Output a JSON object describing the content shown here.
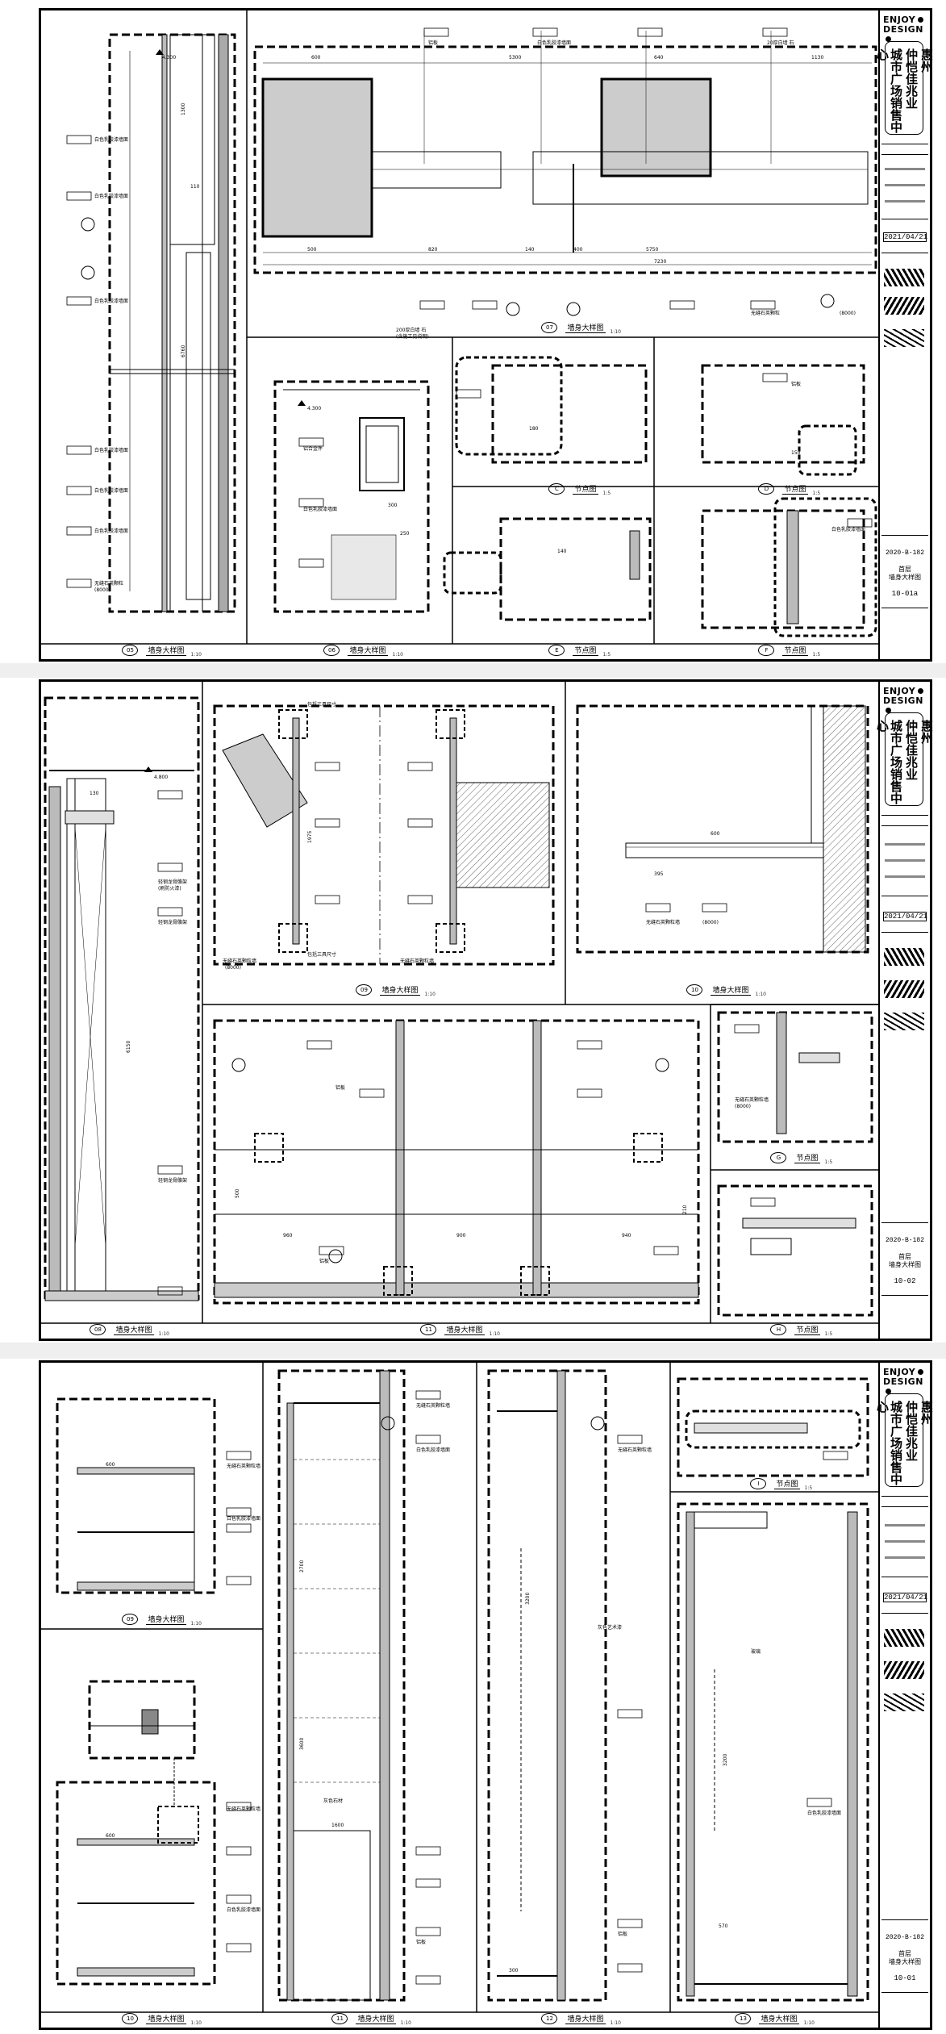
{
  "brand": {
    "line1": "ENJOY",
    "line2": "DESIGN"
  },
  "project": {
    "col_right": "惠州",
    "col_mid": "仲恺佳兆业",
    "col_left": "城市广场销售中心"
  },
  "sheets": [
    {
      "date": "2021/04/21",
      "sheet_name_1": "首层",
      "sheet_name_2": "墙身大样图",
      "sheet_no": "10-01a",
      "project_no": "2020-B-182",
      "captions": [
        {
          "num": "05",
          "title": "墙身大样图",
          "scale": "1:10"
        },
        {
          "num": "06",
          "title": "墙身大样图",
          "scale": "1:10"
        },
        {
          "num": "07",
          "title": "墙身大样图",
          "scale": "1:10"
        },
        {
          "num": "C",
          "title": "节点图",
          "scale": "1:5"
        },
        {
          "num": "D",
          "title": "节点图",
          "scale": "1:5"
        },
        {
          "num": "E",
          "title": "节点图",
          "scale": "1:5"
        },
        {
          "num": "F",
          "title": "节点图",
          "scale": "1:5"
        }
      ],
      "elevations": [
        "4.300"
      ],
      "dims": [
        "600",
        "5300",
        "640",
        "1130",
        "500",
        "820",
        "5750",
        "7230",
        "140",
        "400",
        "180",
        "250",
        "150",
        "140",
        "110",
        "6760",
        "1300",
        "300"
      ],
      "notes": [
        "200厚白墙 石",
        "(含施工见说明)",
        "白色乳胶漆墙面",
        "无缝石英颗粒",
        "(8000)",
        "铝板",
        "20厚白墙 石",
        "铝合金件"
      ]
    },
    {
      "date": "2021/04/21",
      "sheet_name_1": "首层",
      "sheet_name_2": "墙身大样图",
      "sheet_no": "10-02",
      "project_no": "2020-B-182",
      "captions": [
        {
          "num": "08",
          "title": "墙身大样图",
          "scale": "1:10"
        },
        {
          "num": "09",
          "title": "墙身大样图",
          "scale": "1:10"
        },
        {
          "num": "10",
          "title": "墙身大样图",
          "scale": "1:10"
        },
        {
          "num": "11",
          "title": "墙身大样图",
          "scale": "1:10"
        },
        {
          "num": "G",
          "title": "节点图",
          "scale": "1:5"
        },
        {
          "num": "H",
          "title": "节点图",
          "scale": "1:5"
        }
      ],
      "elevations": [
        "4.800"
      ],
      "dims": [
        "130",
        "6150",
        "1975",
        "600",
        "395",
        "960",
        "900",
        "500",
        "940",
        "210"
      ],
      "notes": [
        "包括三具尺寸",
        "无缝石英颗粒墙",
        "(8000)",
        "铝板",
        "轻钢龙骨骼架",
        "(刷防火漆)"
      ]
    },
    {
      "date": "2021/04/21",
      "sheet_name_1": "首层",
      "sheet_name_2": "墙身大样图",
      "sheet_no": "10-01",
      "project_no": "2020-B-182",
      "captions": [
        {
          "num": "09",
          "title": "墙身大样图",
          "scale": "1:10"
        },
        {
          "num": "10",
          "title": "墙身大样图",
          "scale": "1:10"
        },
        {
          "num": "11",
          "title": "墙身大样图",
          "scale": "1:10"
        },
        {
          "num": "12",
          "title": "墙身大样图",
          "scale": "1:10"
        },
        {
          "num": "13",
          "title": "墙身大样图",
          "scale": "1:10"
        },
        {
          "num": "I",
          "title": "节点图",
          "scale": "1:5"
        }
      ],
      "elevations": [],
      "dims": [
        "600",
        "2700",
        "3600",
        "1600",
        "3200",
        "570",
        "300",
        "3200"
      ],
      "notes": [
        "无缝石英颗粒墙",
        "白色乳胶漆墙面",
        "铝板",
        "灰色石材",
        "灰色艺术漆",
        "玻璃"
      ]
    }
  ]
}
